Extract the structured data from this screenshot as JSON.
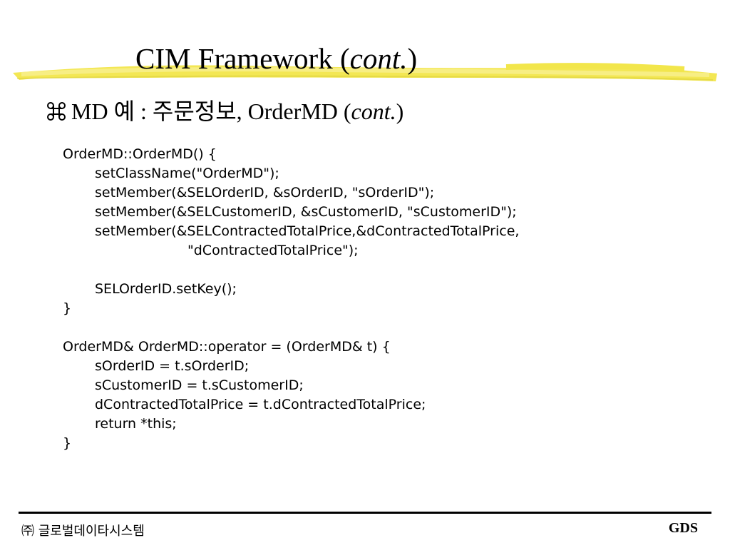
{
  "title": {
    "main": "CIM Framework (",
    "italic": "cont.",
    "closing": ")"
  },
  "subtitle": {
    "prefix": "MD 예 : 주문정보, OrderMD (",
    "italic": "cont.",
    "closing": ")",
    "bullet_icon": "command-key-icon"
  },
  "code_lines": [
    "OrderMD::OrderMD() {",
    "setClassName(\"OrderMD\");",
    "setMember(&SELOrderID, &sOrderID, \"sOrderID\");",
    "setMember(&SELCustomerID, &sCustomerID, \"sCustomerID\");",
    "setMember(&SELContractedTotalPrice,&dContractedTotalPrice,",
    "\"dContractedTotalPrice\");",
    "",
    "SELOrderID.setKey();",
    "}",
    "",
    "OrderMD& OrderMD::operator = (OrderMD& t) {",
    "sOrderID = t.sOrderID;",
    "sCustomerID = t.sCustomerID;",
    "dContractedTotalPrice = t.dContractedTotalPrice;",
    "return *this;",
    "}"
  ],
  "footer": {
    "company": "㈜ 글로벌데이타시스템",
    "brand": "GDS"
  },
  "colors": {
    "highlight": "#F2E64B",
    "highlight_light": "#F7EE84",
    "rule": "#000000"
  }
}
